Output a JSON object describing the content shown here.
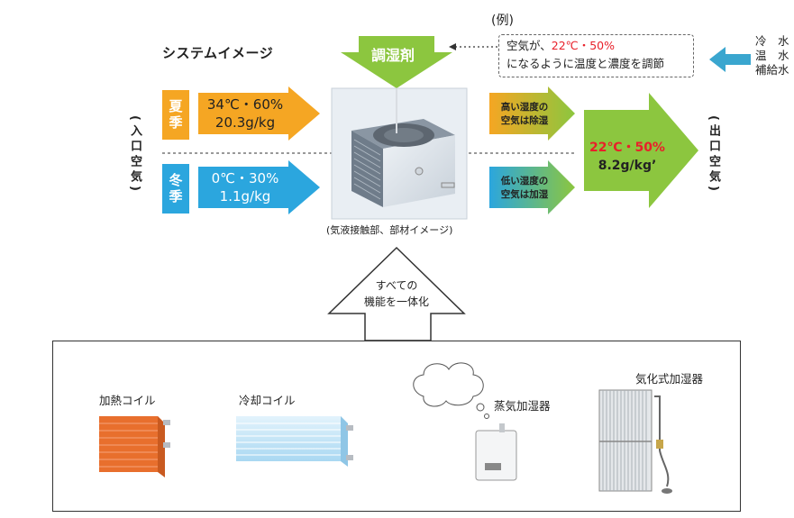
{
  "title": "システムイメージ",
  "example_label": "(例)",
  "note": {
    "line1_prefix": "空気が、",
    "line1_highlight": "22℃・50%",
    "line2": "になるように温度と濃度を調節"
  },
  "water": {
    "line1": "冷　水",
    "line2": "温　水",
    "line3": "補給水"
  },
  "inlet_label": "(入口空気)",
  "outlet_label": "(出口空気)",
  "desiccant_label": "調湿剤",
  "summer": {
    "season": "夏季",
    "line1": "34℃・60%",
    "line2": "20.3g/kg"
  },
  "winter": {
    "season": "冬季",
    "line1": "0℃・30%",
    "line2": "1.1g/kg"
  },
  "dehumidify": {
    "line1": "高い湿度の",
    "line2": "空気は除湿"
  },
  "humidify": {
    "line1": "低い湿度の",
    "line2": "空気は加湿"
  },
  "output": {
    "line1": "22℃・50%",
    "line2": "8.2g/kg’"
  },
  "unit_caption": "(気液接触部、部材イメージ)",
  "integrate": {
    "line1": "すべての",
    "line2": "機能を一体化"
  },
  "components": {
    "heating_coil": "加熱コイル",
    "cooling_coil": "冷却コイル",
    "steam_humidifier": "蒸気加湿器",
    "evaporative_humidifier": "気化式加湿器"
  },
  "colors": {
    "orange": "#f5a623",
    "blue": "#2ba6de",
    "green": "#8cc63f",
    "water_arrow": "#3aa6cf",
    "red": "#e8202a"
  }
}
